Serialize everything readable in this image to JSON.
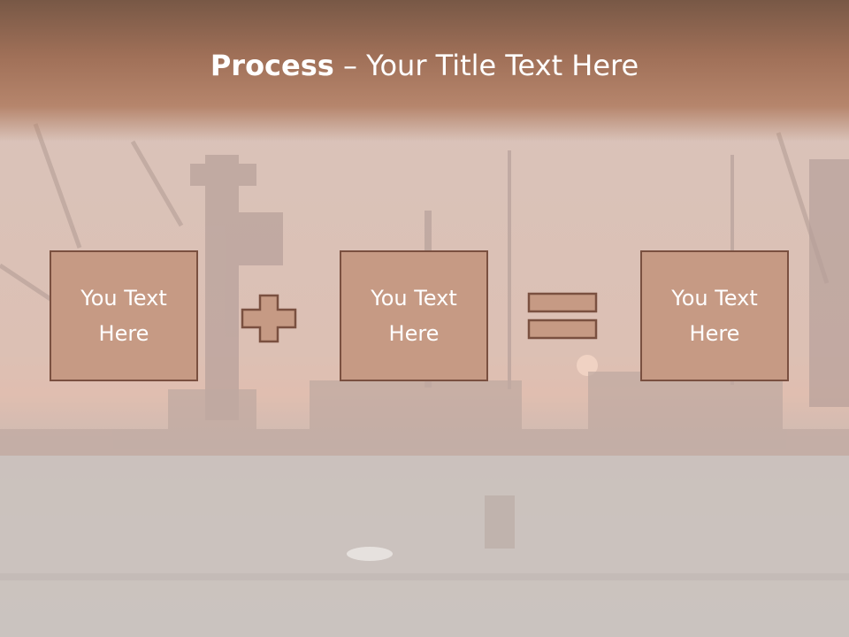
{
  "slide": {
    "title_bold": "Process",
    "title_rest": " – Your Title Text Here",
    "boxes": [
      {
        "line1": "You Text",
        "line2": "Here"
      },
      {
        "line1": "You Text",
        "line2": "Here"
      },
      {
        "line1": "You Text",
        "line2": "Here"
      }
    ],
    "operators": [
      "plus",
      "equals"
    ]
  },
  "colors": {
    "title_band": "#a0705a",
    "box_fill": "#c69a84",
    "box_border": "#7a5040",
    "text": "#ffffff"
  }
}
